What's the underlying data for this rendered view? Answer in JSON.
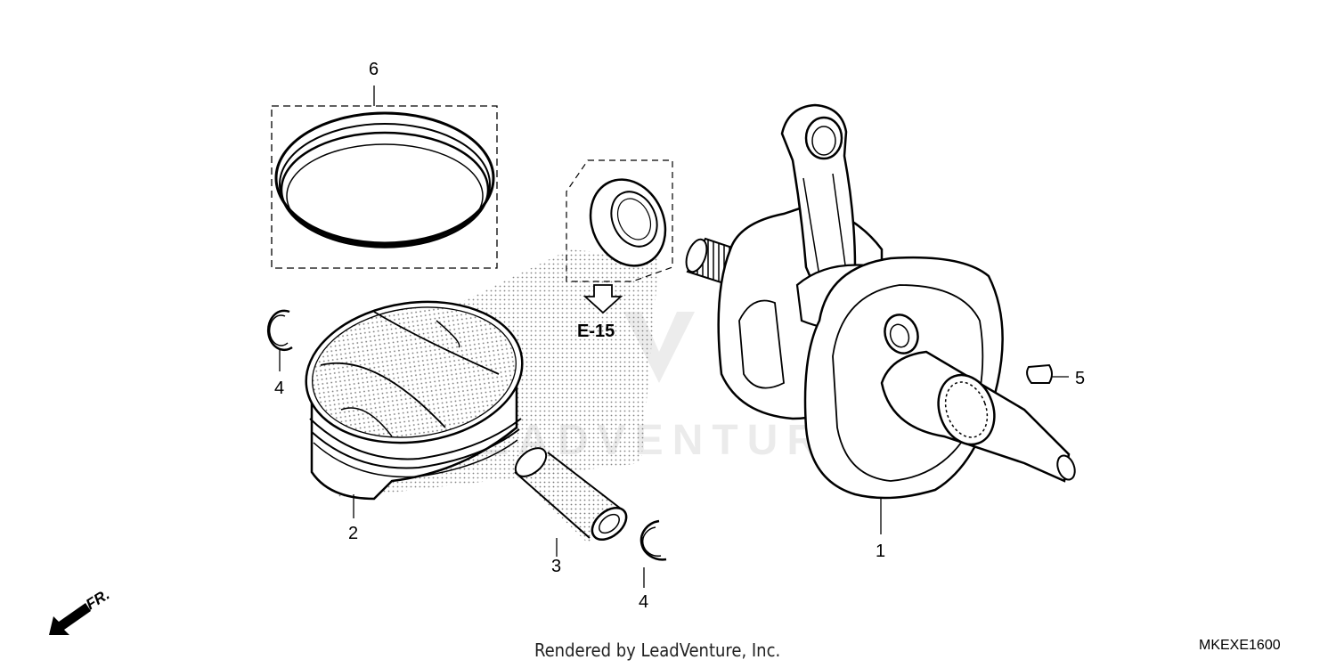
{
  "diagram": {
    "watermark": "LEADVENTURE",
    "reference": "E-15",
    "front_label": "FR.",
    "callouts": {
      "crankshaft": "1",
      "piston": "2",
      "piston_pin": "3",
      "clip_left": "4",
      "clip_right": "4",
      "key": "5",
      "ring_set": "6"
    }
  },
  "footer": {
    "credit": "Rendered by LeadVenture, Inc.",
    "code": "MKEXE1600"
  }
}
